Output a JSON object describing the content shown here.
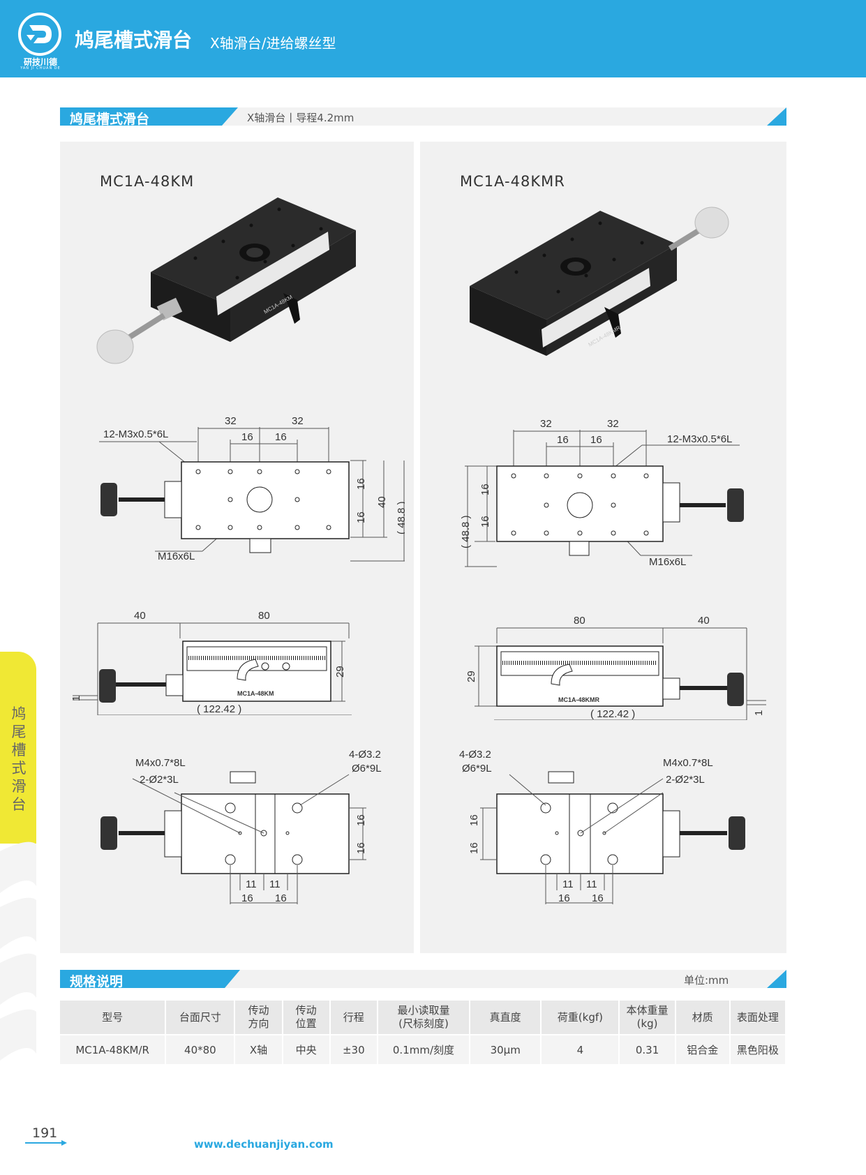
{
  "header": {
    "brand": "研技川德",
    "brand_sub": "YAN JI CHUAN DE",
    "title": "鸠尾槽式滑台",
    "subtitle": "X轴滑台/进给螺丝型"
  },
  "section1": {
    "title": "鸠尾槽式滑台",
    "sub": "X轴滑台丨导程4.2mm"
  },
  "products": {
    "left_model": "MC1A-48KM",
    "right_model": "MC1A-48KMR",
    "left_engrave": "MC1A-48KM",
    "right_engrave": "MC1A-48KMR"
  },
  "dims": {
    "d32": "32",
    "d16": "16",
    "d40": "40",
    "d48": "( 48.8 )",
    "d80": "80",
    "d29": "29",
    "d1": "1",
    "d122": "( 122.42 )",
    "d11": "11",
    "tap": "12-M3x0.5*6L",
    "center": "M16x6L",
    "m4": "M4x0.7*8L",
    "pin": "2-Ø2*3L",
    "hole1": "4-Ø3.2",
    "hole2": "Ø6*9L"
  },
  "side_tab": "鸠尾槽式滑台",
  "section2": {
    "title": "规格说明",
    "unit": "单位:mm"
  },
  "spec": {
    "headers": [
      "型号",
      "台面尺寸",
      "传动\n方向",
      "传动\n位置",
      "行程",
      "最小读取量\n(尺标刻度)",
      "真直度",
      "荷重(kgf)",
      "本体重量\n(kg)",
      "材质",
      "表面处理"
    ],
    "row": [
      "MC1A-48KM/R",
      "40*80",
      "X轴",
      "中央",
      "±30",
      "0.1mm/刻度",
      "30μm",
      "4",
      "0.31",
      "铝合金",
      "黑色阳极"
    ]
  },
  "footer": {
    "page": "191",
    "url": "www.dechuanjiyan.com"
  },
  "colors": {
    "brand_blue": "#2aa8e0",
    "side_yellow": "#f0e834"
  }
}
